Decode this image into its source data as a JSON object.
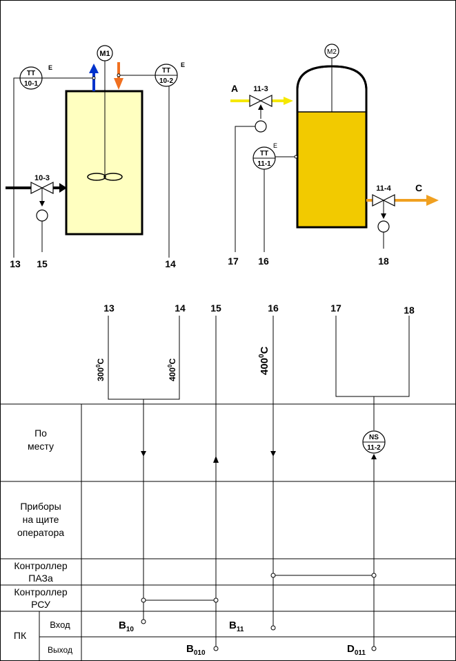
{
  "instruments": {
    "tt_10_1": {
      "code": "TT",
      "num": "10-1",
      "signal": "E"
    },
    "tt_10_2": {
      "code": "TT",
      "num": "10-2",
      "signal": "E"
    },
    "tt_11_1": {
      "code": "TT",
      "num": "11-1",
      "signal": "E"
    },
    "ns_11_2": {
      "code": "NS",
      "num": "11-2"
    },
    "m1": "M1",
    "m2": "M2"
  },
  "valves": {
    "v10_3": "10-3",
    "v11_3": "11-3",
    "v11_4": "11-4"
  },
  "streams": {
    "a": "A",
    "c": "C"
  },
  "line_numbers": {
    "n13": "13",
    "n14": "14",
    "n15": "15",
    "n16": "16",
    "n17": "17",
    "n18": "18"
  },
  "setpoints": {
    "s13": {
      "value": "300",
      "sup": "0",
      "unit": "C"
    },
    "s14": {
      "value": "400",
      "sup": "0",
      "unit": "C"
    },
    "s16": {
      "value": "400",
      "sup": "0",
      "unit": "C"
    }
  },
  "rows": {
    "local": {
      "line1": "По",
      "line2": "месту"
    },
    "panel": {
      "line1": "Приборы",
      "line2": "на щите",
      "line3": "оператора"
    },
    "paz": {
      "line1": "Контроллер",
      "line2": "ПАЗа"
    },
    "rsu": {
      "line1": "Контроллер",
      "line2": "РСУ"
    },
    "pc": {
      "label": "ПК",
      "input": "Вход",
      "output": "Выход"
    }
  },
  "signals": {
    "b10": {
      "letter": "B",
      "sub": "10"
    },
    "b11": {
      "letter": "B",
      "sub": "11"
    },
    "b010": {
      "letter": "B",
      "sub": "010"
    },
    "d011": {
      "letter": "D",
      "sub": "011"
    }
  },
  "colors": {
    "vessel1_fill": "#FFFFC0",
    "vessel2_fill": "#F2CA00",
    "flow_blue": "#0033CC",
    "flow_orange": "#F07020",
    "stream_a": "#F5E800",
    "stream_c": "#F0A020"
  }
}
